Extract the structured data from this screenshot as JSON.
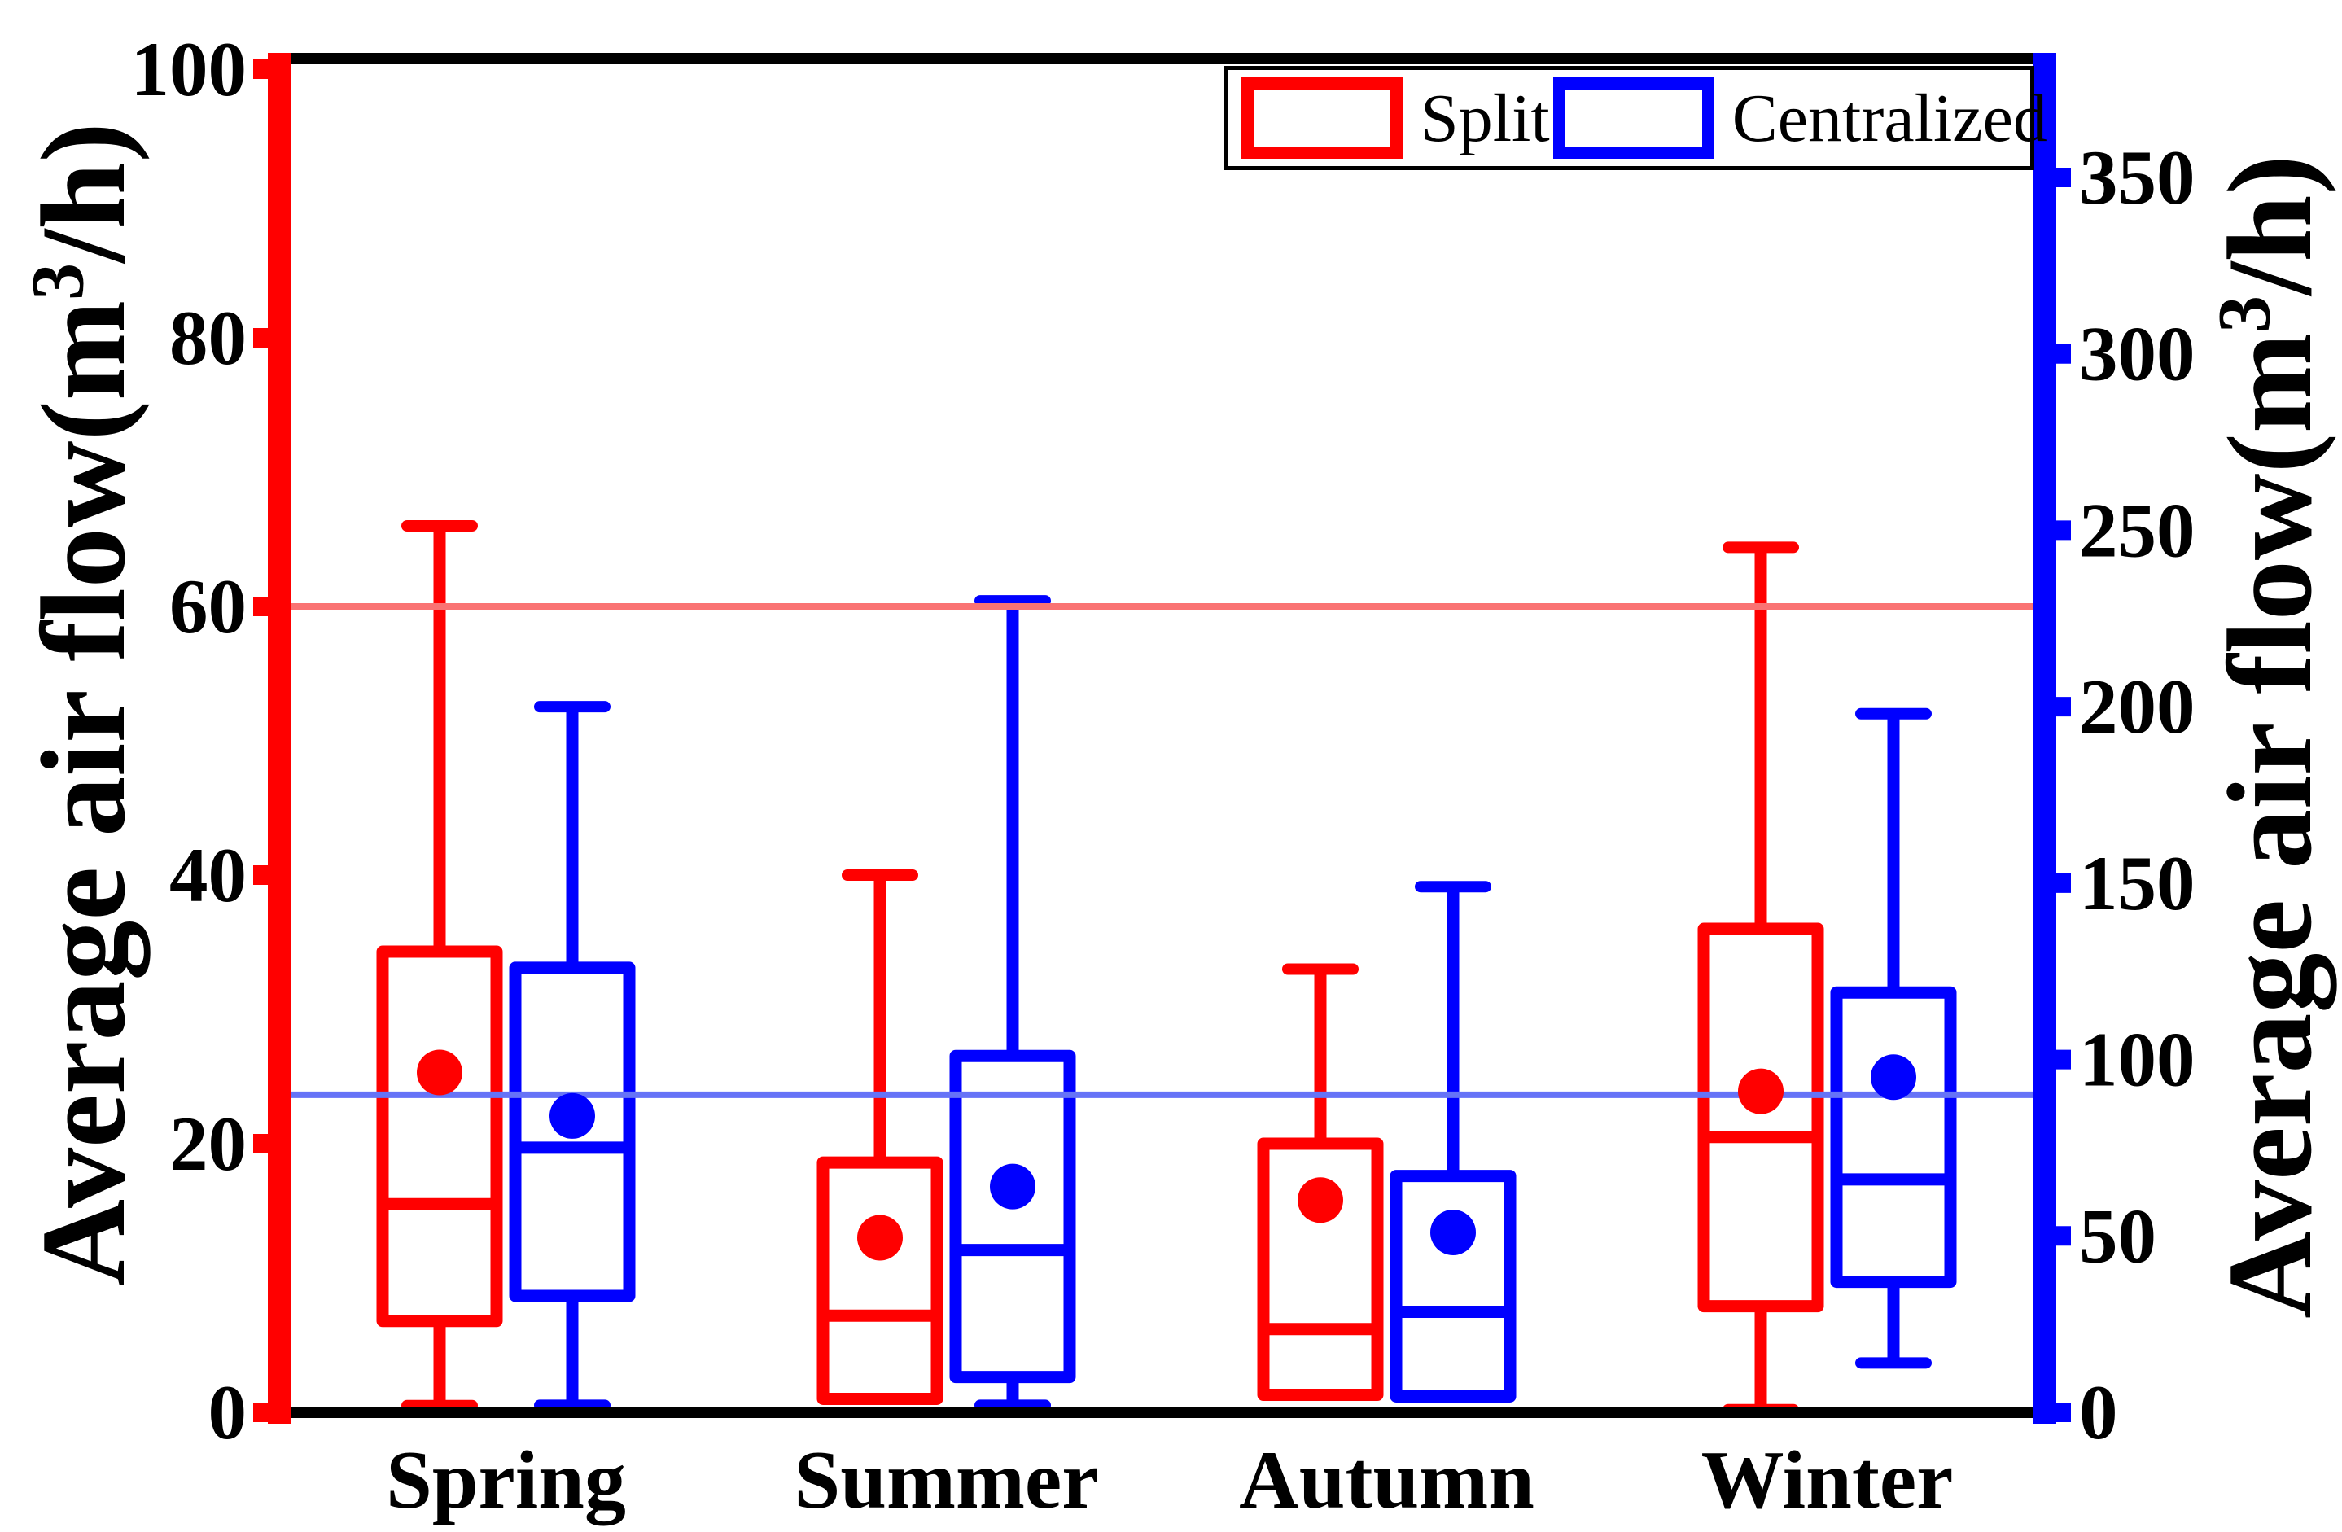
{
  "chart_data": {
    "type": "boxplot",
    "title": "",
    "grid": false,
    "background": "#ffffff",
    "categories": [
      "Spring",
      "Summer",
      "Autumn",
      "Winter"
    ],
    "legend": {
      "position": "top-right",
      "items": [
        "Split",
        "Centralized"
      ]
    },
    "left_axis": {
      "title_prefix": "Average air flow(m",
      "title_sup": "3",
      "title_suffix": "/h)",
      "color": "#ff0000",
      "ticks": [
        0,
        20,
        40,
        60,
        80,
        100
      ],
      "range": [
        0,
        101
      ]
    },
    "right_axis": {
      "title_prefix": "Average air flow(m",
      "title_sup": "3",
      "title_suffix": "/h)",
      "color": "#0000ff",
      "ticks": [
        0,
        50,
        100,
        150,
        200,
        250,
        300,
        350
      ],
      "range": [
        0,
        385
      ]
    },
    "reference_lines": [
      {
        "name": "split-reference-line",
        "axis": "left",
        "value": 60,
        "color": "#fa7373"
      },
      {
        "name": "centralized-reference-line",
        "axis": "right",
        "value": 90,
        "color": "#6673f7"
      }
    ],
    "series": [
      {
        "name": "Split",
        "color": "#ff0000",
        "axis": "left",
        "boxes": [
          {
            "category": "Spring",
            "min": 0.5,
            "q1": 6.8,
            "median": 15.5,
            "q3": 34.3,
            "max": 66.0,
            "mean": 25.3
          },
          {
            "category": "Summer",
            "min": 1.0,
            "q1": 1.0,
            "median": 7.2,
            "q3": 18.6,
            "max": 40.0,
            "mean": 13.0
          },
          {
            "category": "Autumn",
            "min": 1.3,
            "q1": 1.3,
            "median": 6.2,
            "q3": 20.0,
            "max": 33.0,
            "mean": 15.8
          },
          {
            "category": "Winter",
            "min": 0.2,
            "q1": 7.9,
            "median": 20.5,
            "q3": 36.0,
            "max": 64.4,
            "mean": 23.9
          }
        ]
      },
      {
        "name": "Centralized",
        "color": "#0000ff",
        "axis": "right",
        "boxes": [
          {
            "category": "Spring",
            "min": 2.0,
            "q1": 33.0,
            "median": 75.0,
            "q3": 126.0,
            "max": 200.0,
            "mean": 84.0
          },
          {
            "category": "Summer",
            "min": 2.0,
            "q1": 10.0,
            "median": 46.0,
            "q3": 101.0,
            "max": 230.0,
            "mean": 64.0
          },
          {
            "category": "Autumn",
            "min": 4.5,
            "q1": 4.5,
            "median": 28.5,
            "q3": 67.0,
            "max": 149.0,
            "mean": 51.0
          },
          {
            "category": "Winter",
            "min": 14.0,
            "q1": 37.0,
            "median": 66.0,
            "q3": 119.0,
            "max": 198.0,
            "mean": 95.0
          }
        ]
      }
    ]
  }
}
